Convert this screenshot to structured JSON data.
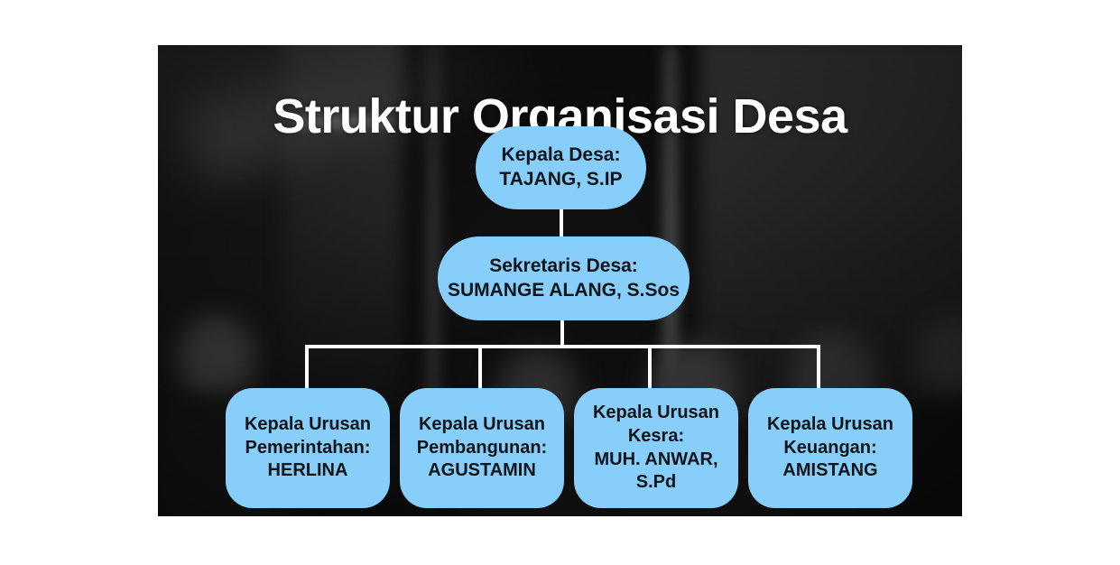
{
  "page": {
    "background_color": "#ffffff",
    "panel_background_color": "#131313",
    "node_color": "#87cefa",
    "node_text_color": "#111418",
    "connector_color": "#ffffff",
    "title_color": "#ffffff"
  },
  "header": {
    "title": "Struktur Organisasi Desa"
  },
  "chart_data": {
    "type": "diagram",
    "title": "Struktur Organisasi Desa",
    "nodes": [
      {
        "id": "kepala-desa",
        "level": 0,
        "role": "Kepala Desa:",
        "name": "TAJANG, S.IP",
        "lines": [
          "Kepala Desa:",
          "TAJANG, S.IP"
        ]
      },
      {
        "id": "sekretaris-desa",
        "level": 1,
        "role": "Sekretaris Desa:",
        "name": "SUMANGE ALANG, S.Sos",
        "lines": [
          "Sekretaris Desa:",
          "SUMANGE ALANG, S.Sos"
        ]
      },
      {
        "id": "kaur-pemerintahan",
        "level": 2,
        "role": "Kepala Urusan Pemerintahan:",
        "name": "HERLINA",
        "lines": [
          "Kepala Urusan",
          "Pemerintahan:",
          "HERLINA"
        ]
      },
      {
        "id": "kaur-pembangunan",
        "level": 2,
        "role": "Kepala Urusan Pembangunan:",
        "name": "AGUSTAMIN",
        "lines": [
          "Kepala Urusan",
          "Pembangunan:",
          "AGUSTAMIN"
        ]
      },
      {
        "id": "kaur-kesra",
        "level": 2,
        "role": "Kepala Urusan Kesra:",
        "name": "MUH. ANWAR, S.Pd",
        "lines": [
          "Kepala Urusan",
          "Kesra:",
          "MUH. ANWAR,",
          "S.Pd"
        ]
      },
      {
        "id": "kaur-keuangan",
        "level": 2,
        "role": "Kepala Urusan Keuangan:",
        "name": "AMISTANG",
        "lines": [
          "Kepala Urusan",
          "Keuangan:",
          "AMISTANG"
        ]
      }
    ],
    "edges": [
      {
        "from": "kepala-desa",
        "to": "sekretaris-desa"
      },
      {
        "from": "sekretaris-desa",
        "to": "kaur-pemerintahan"
      },
      {
        "from": "sekretaris-desa",
        "to": "kaur-pembangunan"
      },
      {
        "from": "sekretaris-desa",
        "to": "kaur-kesra"
      },
      {
        "from": "sekretaris-desa",
        "to": "kaur-keuangan"
      }
    ]
  }
}
